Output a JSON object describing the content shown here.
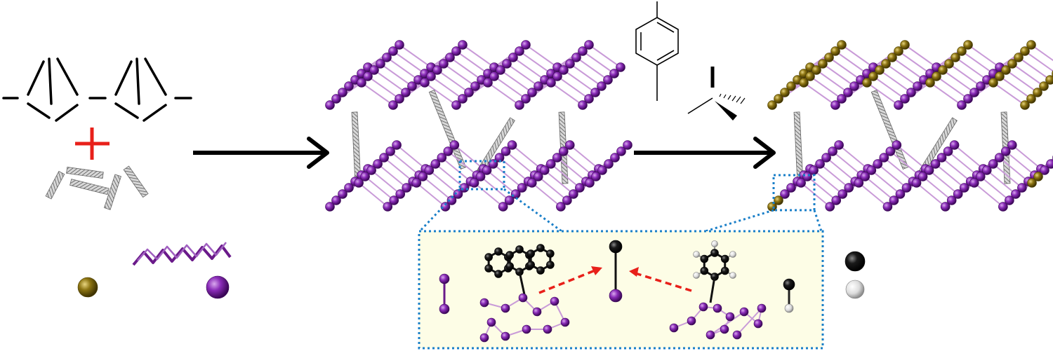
{
  "figure": {
    "description_labels": [],
    "colors": {
      "purple_atom": "#7a1fa2",
      "gold_atom": "#8a7410",
      "black_atom": "#111111",
      "white_atom": "#e8e8e8",
      "arrow": "#000000",
      "plus_sign": "#e8201a",
      "inset_border": "#1a7fc8",
      "inset_background": "#fdfde6",
      "reaction_arrow_dashed": "#e8201a"
    },
    "icons": [
      "precursor-skeleton-icon",
      "plus-icon",
      "linker-rods-icon",
      "reaction-arrow-1",
      "framework-purple",
      "molecule-p-xylene-icon",
      "molecule-tbu-icon",
      "reaction-arrow-2",
      "framework-functionalized",
      "legend-gold-atom",
      "legend-chain",
      "legend-purple-atom",
      "legend-black-atom",
      "legend-white-atom",
      "inset-zoom-box"
    ]
  }
}
